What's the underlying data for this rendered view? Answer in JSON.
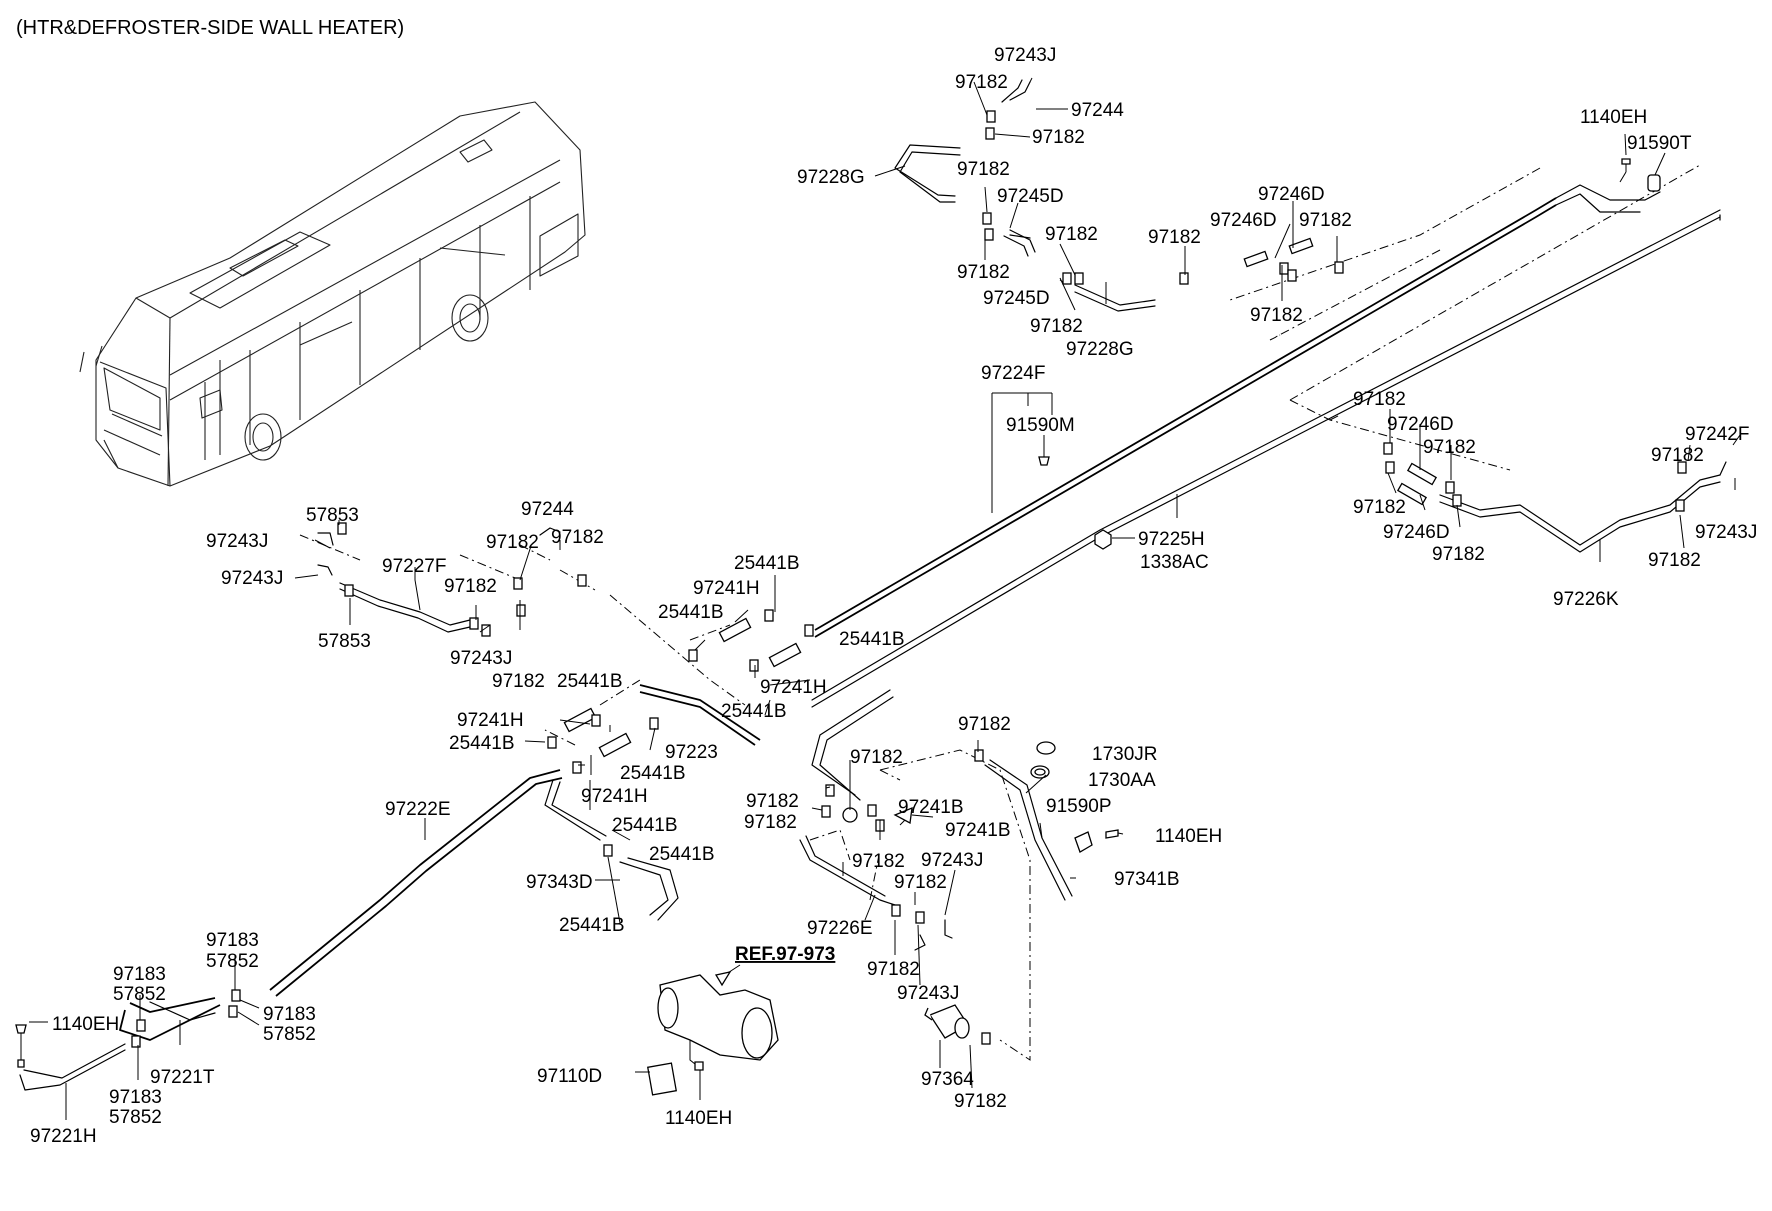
{
  "title": "(HTR&DEFROSTER-SIDE WALL HEATER)",
  "reference": "REF.97-973",
  "labels": {
    "l1": "97243J",
    "l2": "97182",
    "l3": "97244",
    "l4": "97182",
    "l5": "97228G",
    "l6": "97182",
    "l7": "97245D",
    "l8": "97182",
    "l9": "97182",
    "l10": "97245D",
    "l11": "97182",
    "l12": "97228G",
    "l13": "97246D",
    "l14": "97246D",
    "l15": "97182",
    "l16": "97182",
    "l17": "97182",
    "l18": "1140EH",
    "l19": "91590T",
    "l20": "97224F",
    "l21": "91590M",
    "l22": "97225H",
    "l23": "1338AC",
    "l24": "97182",
    "l25": "97246D",
    "l26": "97182",
    "l27": "97242F",
    "l28": "97182",
    "l29": "97182",
    "l30": "97246D",
    "l31": "97182",
    "l32": "97243J",
    "l33": "97182",
    "l34": "97226K",
    "l35": "57853",
    "l36": "97243J",
    "l37": "97244",
    "l38": "97182",
    "l39": "97182",
    "l40": "97243J",
    "l41": "97227F",
    "l42": "97182",
    "l43": "57853",
    "l44": "97243J",
    "l45": "97182",
    "l46": "25441B",
    "l47": "97241H",
    "l48": "25441B",
    "l49": "25441B",
    "l50": "97241H",
    "l51": "25441B",
    "l52": "25441B",
    "l53": "97241H",
    "l54": "25441B",
    "l55": "97223",
    "l56": "25441B",
    "l57": "97241H",
    "l58": "25441B",
    "l59": "97222E",
    "l60": "25441B",
    "l61": "97343D",
    "l62": "25441B",
    "l63": "97182",
    "l64": "97182",
    "l65": "97182",
    "l66": "97182",
    "l67": "97241B",
    "l68": "97241B",
    "l69": "1730JR",
    "l70": "1730AA",
    "l71": "91590P",
    "l72": "1140EH",
    "l73": "97182",
    "l74": "97243J",
    "l75": "97182",
    "l76": "97341B",
    "l77": "97226E",
    "l78": "97182",
    "l79": "97243J",
    "l80": "97364",
    "l81": "97182",
    "l82": "97110D",
    "l83": "1140EH",
    "l84": "97183",
    "l85": "57852",
    "l86": "97183",
    "l87": "57852",
    "l88": "97183",
    "l89": "57852",
    "l90": "1140EH",
    "l91": "97221T",
    "l92": "97183",
    "l93": "57852",
    "l94": "97221H"
  }
}
